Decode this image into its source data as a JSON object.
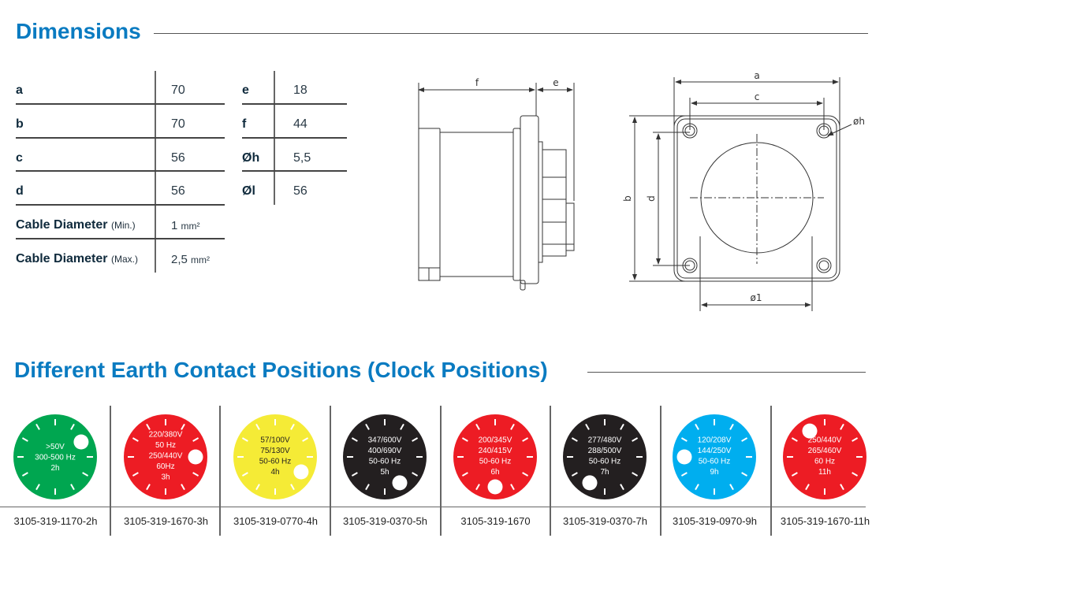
{
  "dimensions": {
    "title": "Dimensions",
    "left_table": [
      {
        "label": "a",
        "value": "70"
      },
      {
        "label": "b",
        "value": "70"
      },
      {
        "label": "c",
        "value": "56"
      },
      {
        "label": "d",
        "value": "56"
      },
      {
        "label": "Cable Diameter",
        "qualifier": "(Min.)",
        "value": "1",
        "unit": "mm²"
      },
      {
        "label": "Cable Diameter",
        "qualifier": "(Max.)",
        "value": "2,5",
        "unit": "mm²"
      }
    ],
    "right_table": [
      {
        "label": "e",
        "value": "18"
      },
      {
        "label": "f",
        "value": "44"
      },
      {
        "label": "Øh",
        "value": "5,5"
      },
      {
        "label": "Øl",
        "value": "56"
      }
    ],
    "drawing_labels": {
      "f": "f",
      "e": "e",
      "a": "a",
      "c": "c",
      "b": "b",
      "d": "d",
      "h": "øh",
      "l": "ø1"
    }
  },
  "earth": {
    "title": "Different Earth Contact Positions (Clock Positions)",
    "dials": [
      {
        "color": "#00a650",
        "text_color": "#ffffff",
        "hour": 2,
        "lines": [
          ">50V",
          "300-500 Hz",
          "2h"
        ],
        "part": "3105-319-1170-2h"
      },
      {
        "color": "#ed1c24",
        "text_color": "#ffffff",
        "hour": 3,
        "lines": [
          "220/380V",
          "50 Hz",
          "250/440V",
          "60Hz",
          "3h"
        ],
        "part": "3105-319-1670-3h"
      },
      {
        "color": "#f5eb36",
        "text_color": "#231f20",
        "hour": 4,
        "lines": [
          "57/100V",
          "75/130V",
          "50-60 Hz",
          "4h"
        ],
        "part": "3105-319-0770-4h"
      },
      {
        "color": "#231f20",
        "text_color": "#ffffff",
        "hour": 5,
        "lines": [
          "347/600V",
          "400/690V",
          "50-60 Hz",
          "5h"
        ],
        "part": "3105-319-0370-5h"
      },
      {
        "color": "#ed1c24",
        "text_color": "#ffffff",
        "hour": 6,
        "lines": [
          "200/345V",
          "240/415V",
          "50-60 Hz",
          "6h"
        ],
        "part": "3105-319-1670"
      },
      {
        "color": "#231f20",
        "text_color": "#ffffff",
        "hour": 7,
        "lines": [
          "277/480V",
          "288/500V",
          "50-60 Hz",
          "7h"
        ],
        "part": "3105-319-0370-7h"
      },
      {
        "color": "#00aeef",
        "text_color": "#ffffff",
        "hour": 9,
        "lines": [
          "120/208V",
          "144/250V",
          "50-60 Hz",
          "9h"
        ],
        "part": "3105-319-0970-9h"
      },
      {
        "color": "#ed1c24",
        "text_color": "#ffffff",
        "hour": 11,
        "lines": [
          "250/440V",
          "265/460V",
          "60 Hz",
          "11h"
        ],
        "part": "3105-319-1670-11h"
      }
    ]
  }
}
